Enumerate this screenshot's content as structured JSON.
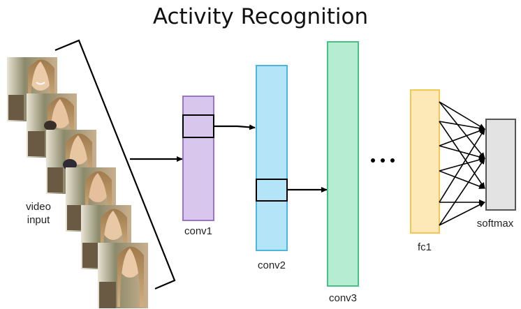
{
  "title": "Activity Recognition",
  "input_label_line1": "video",
  "input_label_line2": "input",
  "layers": {
    "conv1": "conv1",
    "conv2": "conv2",
    "conv3": "conv3",
    "fc1": "fc1",
    "softmax": "softmax"
  },
  "ellipsis": "...",
  "colors": {
    "conv1_fill": "#d9c6ec",
    "conv1_stroke": "#9b74c9",
    "conv2_fill": "#b4e4f8",
    "conv2_stroke": "#4bb6dd",
    "conv3_fill": "#b6ecd2",
    "conv3_stroke": "#47c085",
    "fc1_fill": "#fde9b8",
    "fc1_stroke": "#f3c850",
    "softmax_fill": "#e3e3e3",
    "softmax_stroke": "#555555"
  },
  "video_frame_count": 6
}
